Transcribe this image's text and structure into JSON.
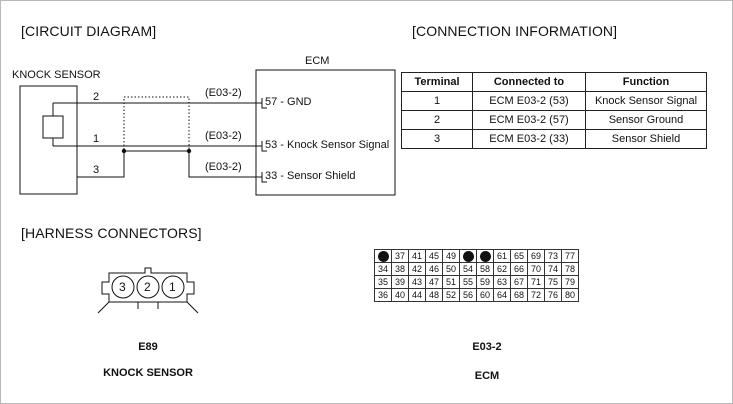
{
  "sections": {
    "circuit": "[CIRCUIT DIAGRAM]",
    "connection": "[CONNECTION INFORMATION]",
    "harness": "[HARNESS CONNECTORS]"
  },
  "diagram": {
    "knock_sensor_label": "KNOCK SENSOR",
    "ecm_label": "ECM",
    "wires": [
      {
        "sensor_pin": "2",
        "connector": "(E03-2)",
        "ecm_pin": "57",
        "ecm_text": " - GND"
      },
      {
        "sensor_pin": "1",
        "connector": "(E03-2)",
        "ecm_pin": "53",
        "ecm_text": " - Knock Sensor Signal"
      },
      {
        "sensor_pin": "3",
        "connector": "(E03-2)",
        "ecm_pin": "33",
        "ecm_text": " - Sensor Shield"
      }
    ]
  },
  "connection_table": {
    "headers": [
      "Terminal",
      "Connected to",
      "Function"
    ],
    "rows": [
      [
        "1",
        "ECM E03-2 (53)",
        "Knock Sensor Signal"
      ],
      [
        "2",
        "ECM E03-2 (57)",
        "Sensor Ground"
      ],
      [
        "3",
        "ECM E03-2 (33)",
        "Sensor Shield"
      ]
    ]
  },
  "connectors": {
    "e89": {
      "pins": [
        "3",
        "2",
        "1"
      ],
      "id": "E89",
      "name": "KNOCK SENSOR"
    },
    "e03_2": {
      "id": "E03-2",
      "name": "ECM",
      "rows": [
        [
          "●",
          "37",
          "41",
          "45",
          "49",
          "●",
          "●",
          "61",
          "65",
          "69",
          "73",
          "77"
        ],
        [
          "34",
          "38",
          "42",
          "46",
          "50",
          "54",
          "58",
          "62",
          "66",
          "70",
          "74",
          "78"
        ],
        [
          "35",
          "39",
          "43",
          "47",
          "51",
          "55",
          "59",
          "63",
          "67",
          "71",
          "75",
          "79"
        ],
        [
          "36",
          "40",
          "44",
          "48",
          "52",
          "56",
          "60",
          "64",
          "68",
          "72",
          "76",
          "80"
        ]
      ]
    }
  }
}
